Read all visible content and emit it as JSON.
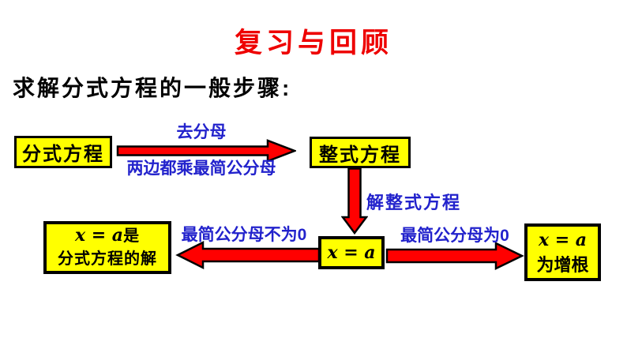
{
  "colors": {
    "title_red": "#ee0000",
    "arrow_red": "#ff0000",
    "box_yellow": "#ffff00",
    "label_blue": "#2222cc",
    "ink_black": "#000000"
  },
  "slide": {
    "title": "复习与回顾",
    "subtitle": "求解分式方程的一般步骤:"
  },
  "flowchart": {
    "boxes": {
      "fractional": {
        "label": "分式方程"
      },
      "integral": {
        "label": "整式方程"
      },
      "result": {
        "math": "x = a"
      },
      "solution": {
        "math": "x = a",
        "suffix": "是",
        "line2": "分式方程的解"
      },
      "extraneous": {
        "math": "x = a",
        "line2": "为增根"
      }
    },
    "arrows": {
      "to_integral": {
        "label_top": "去分母",
        "label_bottom": "两边都乘最简公分母"
      },
      "solve": {
        "label": "解整式方程"
      },
      "to_solution": {
        "label": "最简公分母不为0"
      },
      "to_extraneous": {
        "label": "最简公分母为0"
      }
    }
  }
}
